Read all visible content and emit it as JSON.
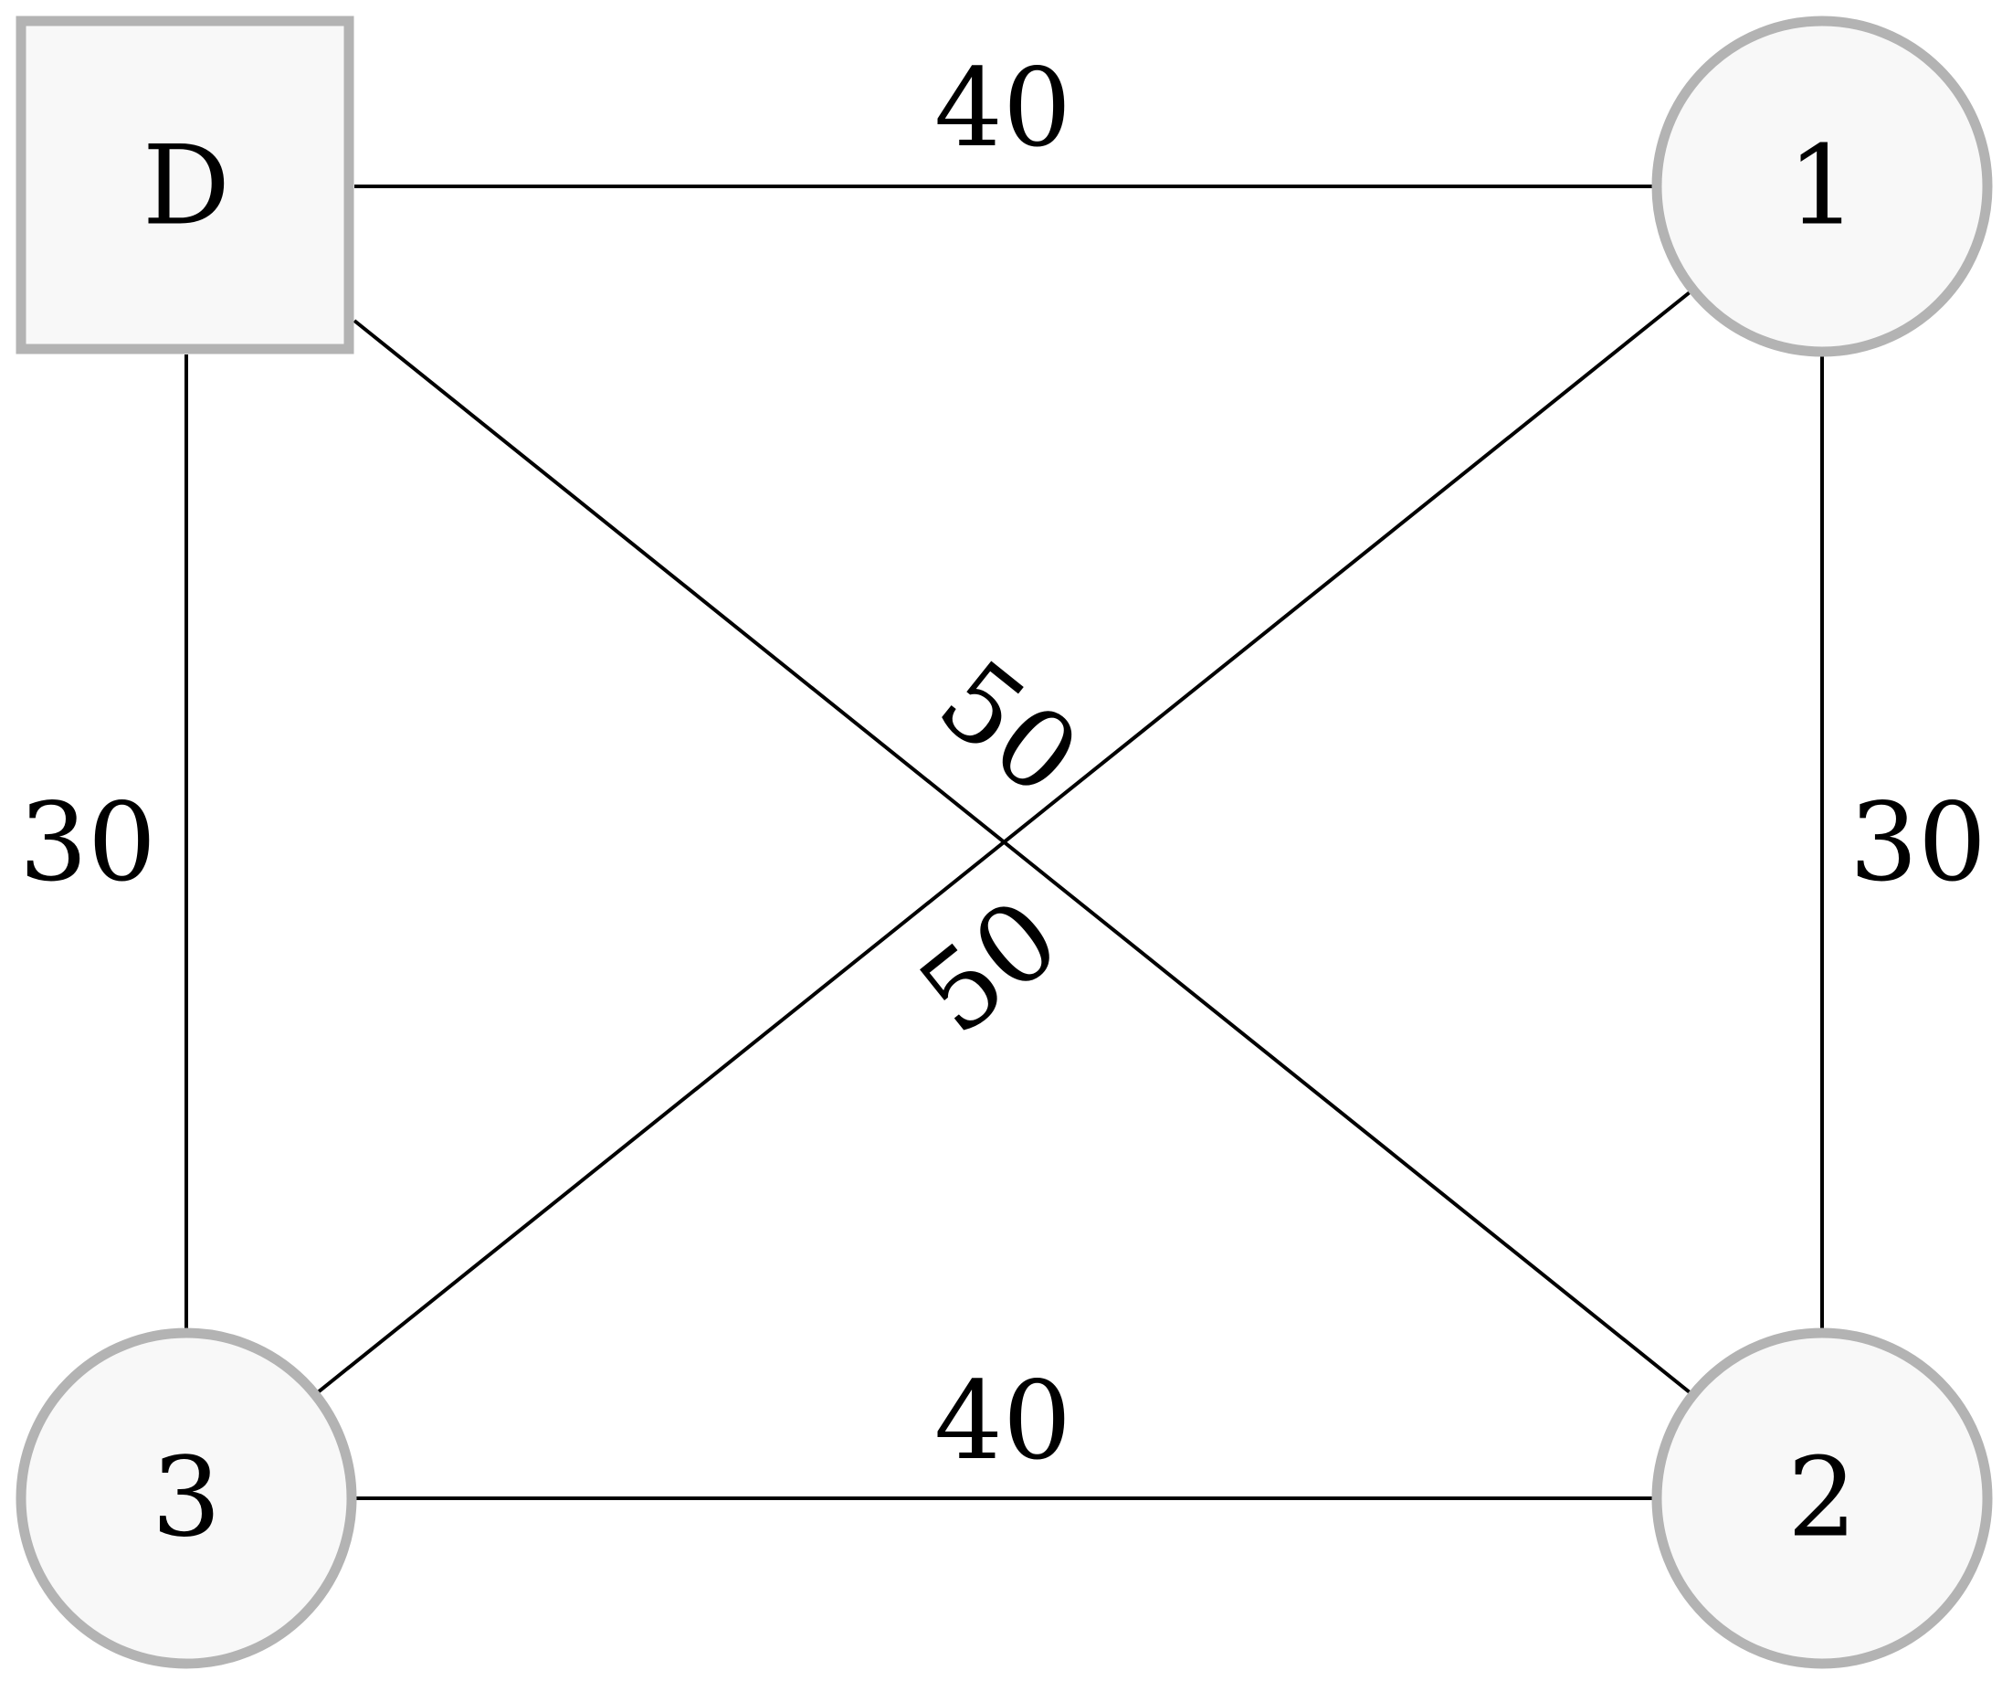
{
  "diagram": {
    "nodes": {
      "D": {
        "label": "D",
        "shape": "square"
      },
      "n1": {
        "label": "1",
        "shape": "circle"
      },
      "n2": {
        "label": "2",
        "shape": "circle"
      },
      "n3": {
        "label": "3",
        "shape": "circle"
      }
    },
    "edges": {
      "D_1": {
        "from": "D",
        "to": "1",
        "weight": "40"
      },
      "D_3": {
        "from": "D",
        "to": "3",
        "weight": "30"
      },
      "D_2": {
        "from": "D",
        "to": "2",
        "weight": "50"
      },
      "n1_3": {
        "from": "1",
        "to": "3",
        "weight": "50"
      },
      "n1_2": {
        "from": "1",
        "to": "2",
        "weight": "30"
      },
      "n3_2": {
        "from": "3",
        "to": "2",
        "weight": "40"
      }
    },
    "colors": {
      "node_fill": "#f8f8f8",
      "node_stroke": "#b3b3b3",
      "edge": "#000000",
      "text": "#000000"
    }
  }
}
